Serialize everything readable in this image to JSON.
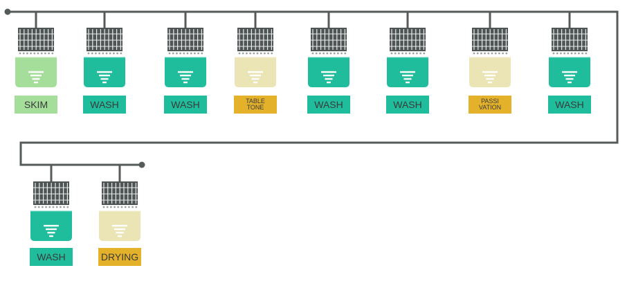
{
  "colors": {
    "line": "#555a5a",
    "rack": "#4f5455",
    "rack_dots": "#9aa2a2",
    "green_tank": "#a5dd9b",
    "green_label": "#a5dd9b",
    "teal_tank": "#1fbd9c",
    "teal_label": "#1fbd9c",
    "cream_tank": "#ebe5b6",
    "gold_label": "#e3b22a",
    "tank_icon": "#ffffff"
  },
  "stations": [
    {
      "label": "SKIM",
      "tank": "green",
      "label_color": "green",
      "size": "big"
    },
    {
      "label": "WASH",
      "tank": "teal",
      "label_color": "teal",
      "size": "big"
    },
    {
      "label": "WASH",
      "tank": "teal",
      "label_color": "teal",
      "size": "big"
    },
    {
      "label": "TABLE\nTONE",
      "tank": "cream",
      "label_color": "gold",
      "size": "small"
    },
    {
      "label": "WASH",
      "tank": "teal",
      "label_color": "teal",
      "size": "big"
    },
    {
      "label": "WASH",
      "tank": "teal",
      "label_color": "teal",
      "size": "big"
    },
    {
      "label": "PASSI\nVATION",
      "tank": "cream",
      "label_color": "gold",
      "size": "small"
    },
    {
      "label": "WASH",
      "tank": "teal",
      "label_color": "teal",
      "size": "big"
    },
    {
      "label": "WASH",
      "tank": "teal",
      "label_color": "teal",
      "size": "big"
    },
    {
      "label": "DRYING",
      "tank": "cream",
      "label_color": "gold",
      "size": "big"
    }
  ]
}
